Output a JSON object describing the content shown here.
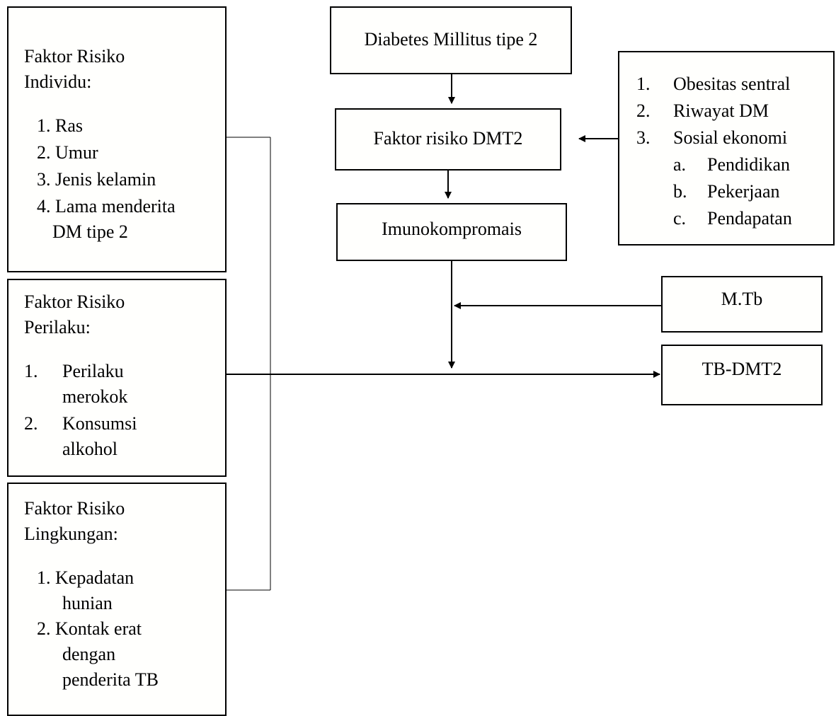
{
  "boxes": {
    "diabetes": "Diabetes Millitus tipe 2",
    "faktor_dmt2": "Faktor risiko DMT2",
    "imuno": "Imunokompromais",
    "mtb": "M.Tb",
    "tbdmt2": "TB-DMT2"
  },
  "individu": {
    "title1": "Faktor Risiko",
    "title2": "Individu:",
    "items": [
      "1. Ras",
      "2. Umur",
      "3.  Jenis kelamin",
      "4.  Lama menderita",
      "DM tipe 2"
    ]
  },
  "perilaku": {
    "title1": "Faktor Risiko",
    "title2": "Perilaku:",
    "items": [
      "1.",
      "Perilaku",
      "merokok",
      "2.",
      "Konsumsi",
      "alkohol"
    ]
  },
  "lingkungan": {
    "title1": "Faktor Risiko",
    "title2": "Lingkungan:",
    "items": [
      "1.  Kepadatan",
      "hunian",
      "2.  Kontak erat",
      "dengan",
      "penderita TB"
    ]
  },
  "right_list": {
    "nums": [
      "1.",
      "2.",
      "3."
    ],
    "items": [
      "Obesitas sentral",
      "Riwayat DM",
      "Sosial ekonomi"
    ],
    "subletters": [
      "a.",
      "b.",
      "c."
    ],
    "subitems": [
      "Pendidikan",
      "Pekerjaan",
      "Pendapatan"
    ]
  }
}
